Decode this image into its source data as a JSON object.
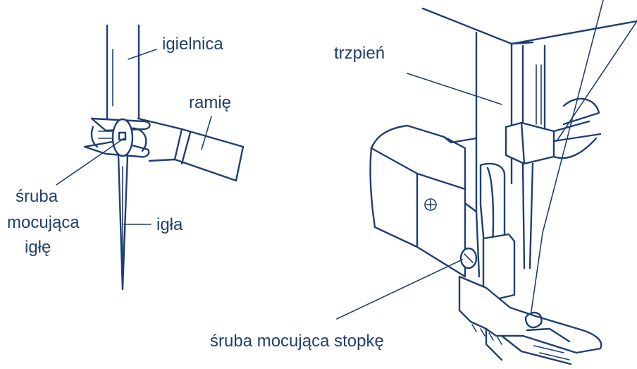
{
  "labels": {
    "needle_bar": "igielnica",
    "arm": "ramię",
    "needle_screw_line1": "śruba",
    "needle_screw_line2": "mocująca",
    "needle_screw_line3": "igłę",
    "needle": "igła",
    "presser_bar": "trzpień",
    "foot_screw": "śruba mocująca stopkę"
  },
  "colors": {
    "ink": "#1f3f72",
    "background": "#ffffff"
  }
}
